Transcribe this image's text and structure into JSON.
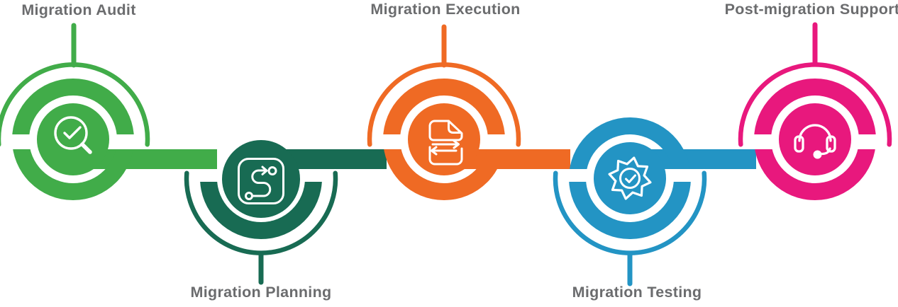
{
  "diagram": {
    "background_color": "#ffffff",
    "label_color": "#6b6c6e",
    "stages": [
      {
        "label": "Migration Audit",
        "color": "#41ac49",
        "icon": "magnifier-check-icon",
        "label_position": "top"
      },
      {
        "label": "Migration Planning",
        "color": "#186b53",
        "icon": "route-plan-icon",
        "label_position": "bottom"
      },
      {
        "label": "Migration Execution",
        "color": "#ef6a24",
        "icon": "document-transfer-icon",
        "label_position": "top"
      },
      {
        "label": "Migration Testing",
        "color": "#2394c4",
        "icon": "gear-check-icon",
        "label_position": "bottom"
      },
      {
        "label": "Post-migration Support",
        "color": "#e8187d",
        "icon": "headset-icon",
        "label_position": "top"
      }
    ]
  }
}
